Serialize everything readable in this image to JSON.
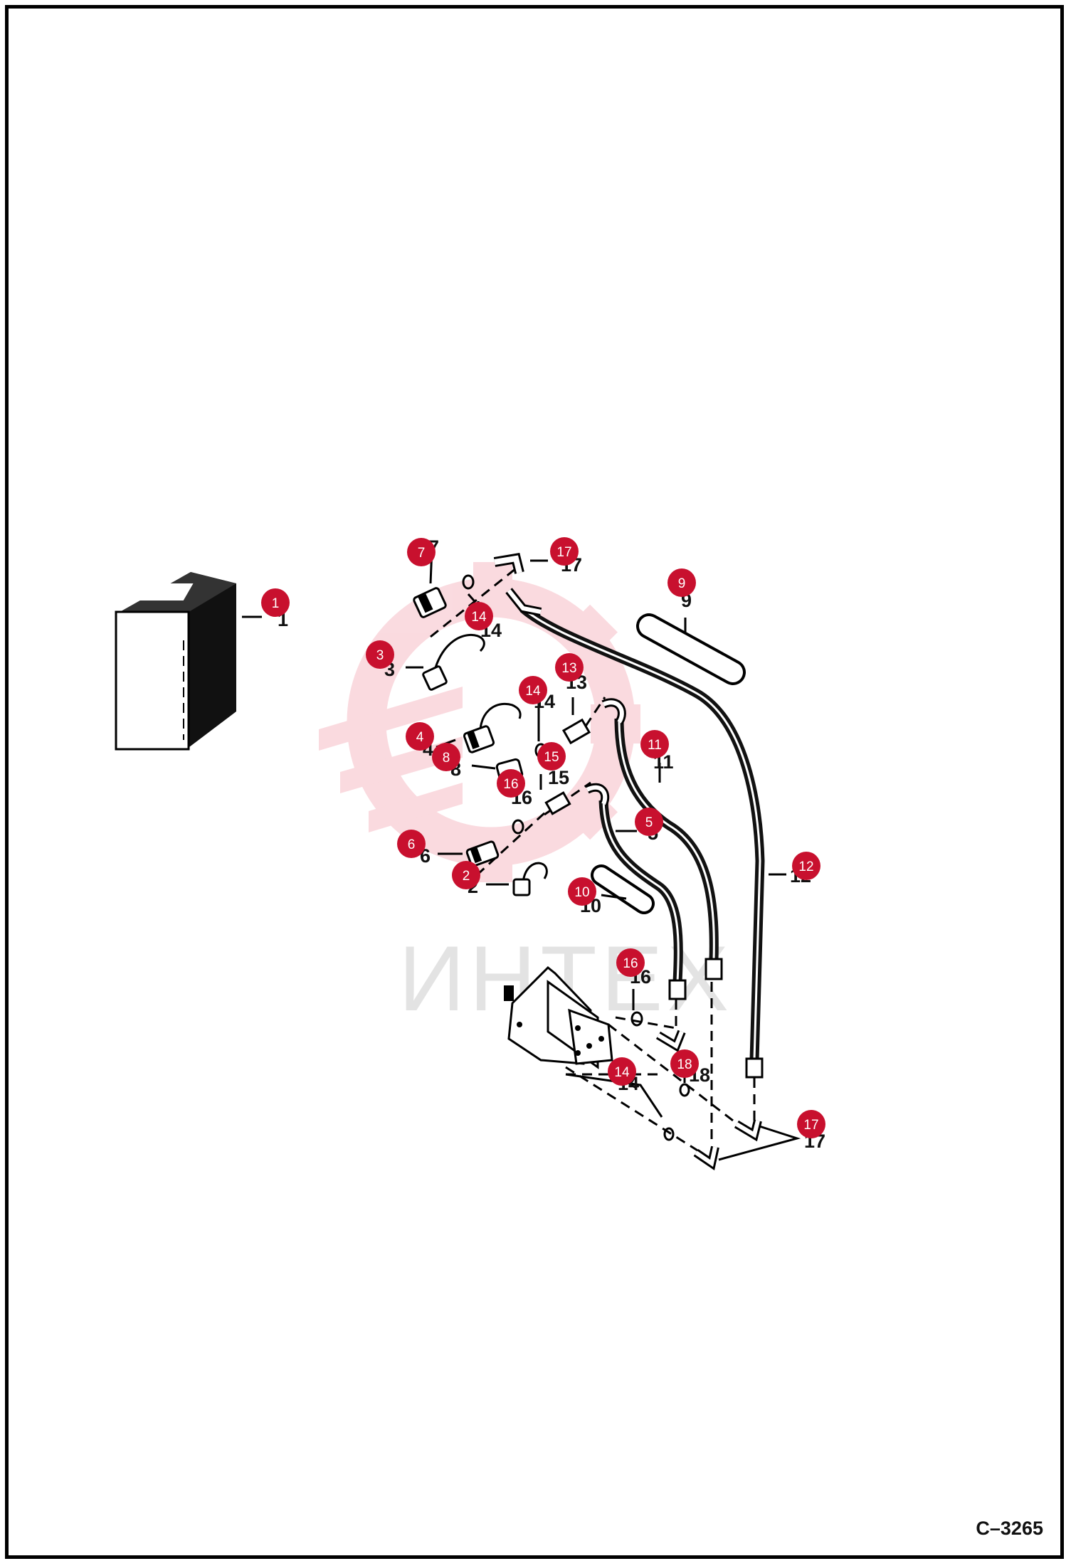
{
  "figure_id": "C–3265",
  "watermark": {
    "text": "ИНТЕХ",
    "color": "#e31e3c"
  },
  "callout_color": "#c8102e",
  "parts": [
    {
      "num": "1",
      "print": "1",
      "icon": "battery-icon"
    },
    {
      "num": "2",
      "print": "2",
      "icon": "nut-icon"
    },
    {
      "num": "3",
      "print": "3",
      "icon": "fitting-with-cap-icon"
    },
    {
      "num": "4",
      "print": "4",
      "icon": "coupler-icon"
    },
    {
      "num": "5",
      "print": "5",
      "icon": "hose-icon"
    },
    {
      "num": "6",
      "print": "6",
      "icon": "coupler-icon"
    },
    {
      "num": "7",
      "print": "7",
      "icon": "fitting-icon"
    },
    {
      "num": "8",
      "print": "8",
      "icon": "bulkhead-nut-icon"
    },
    {
      "num": "9",
      "print": "9",
      "icon": "sleeve-icon"
    },
    {
      "num": "10",
      "print": "10",
      "icon": "sleeve-icon"
    },
    {
      "num": "11",
      "print": "11",
      "icon": "hose-icon"
    },
    {
      "num": "12",
      "print": "12",
      "icon": "hose-icon"
    },
    {
      "num": "13",
      "print": "13",
      "icon": "connector-icon"
    },
    {
      "num": "14",
      "print": "14",
      "icon": "o-ring-icon"
    },
    {
      "num": "15",
      "print": "15",
      "icon": "connector-icon"
    },
    {
      "num": "16",
      "print": "16",
      "icon": "o-ring-icon"
    },
    {
      "num": "17",
      "print": "17",
      "icon": "elbow-fitting-icon"
    },
    {
      "num": "18",
      "print": "18",
      "icon": "o-ring-icon"
    }
  ],
  "labels": [
    {
      "id": "lbl-1",
      "text": "1"
    },
    {
      "id": "lbl-7",
      "text": "7"
    },
    {
      "id": "lbl-17a",
      "text": "17"
    },
    {
      "id": "lbl-9",
      "text": "9"
    },
    {
      "id": "lbl-14a",
      "text": "14"
    },
    {
      "id": "lbl-3",
      "text": "3"
    },
    {
      "id": "lbl-13",
      "text": "13"
    },
    {
      "id": "lbl-14b",
      "text": "14"
    },
    {
      "id": "lbl-4",
      "text": "4"
    },
    {
      "id": "lbl-8",
      "text": "8"
    },
    {
      "id": "lbl-15",
      "text": "15"
    },
    {
      "id": "lbl-16a",
      "text": "16"
    },
    {
      "id": "lbl-11",
      "text": "11"
    },
    {
      "id": "lbl-5",
      "text": "5"
    },
    {
      "id": "lbl-6",
      "text": "6"
    },
    {
      "id": "lbl-2",
      "text": "2"
    },
    {
      "id": "lbl-10",
      "text": "10"
    },
    {
      "id": "lbl-12",
      "text": "12"
    },
    {
      "id": "lbl-16b",
      "text": "16"
    },
    {
      "id": "lbl-18",
      "text": "18"
    },
    {
      "id": "lbl-14c",
      "text": "14"
    },
    {
      "id": "lbl-17b",
      "text": "17"
    }
  ],
  "callouts": [
    {
      "id": "c-7",
      "text": "7"
    },
    {
      "id": "c-17a",
      "text": "17"
    },
    {
      "id": "c-1",
      "text": "1"
    },
    {
      "id": "c-9",
      "text": "9"
    },
    {
      "id": "c-14a",
      "text": "14"
    },
    {
      "id": "c-3",
      "text": "3"
    },
    {
      "id": "c-13",
      "text": "13"
    },
    {
      "id": "c-14b",
      "text": "14"
    },
    {
      "id": "c-4",
      "text": "4"
    },
    {
      "id": "c-8",
      "text": "8"
    },
    {
      "id": "c-15",
      "text": "15"
    },
    {
      "id": "c-16a",
      "text": "16"
    },
    {
      "id": "c-11",
      "text": "11"
    },
    {
      "id": "c-5",
      "text": "5"
    },
    {
      "id": "c-6",
      "text": "6"
    },
    {
      "id": "c-2",
      "text": "2"
    },
    {
      "id": "c-10",
      "text": "10"
    },
    {
      "id": "c-12",
      "text": "12"
    },
    {
      "id": "c-16b",
      "text": "16"
    },
    {
      "id": "c-18",
      "text": "18"
    },
    {
      "id": "c-14c",
      "text": "14"
    },
    {
      "id": "c-17b",
      "text": "17"
    }
  ]
}
